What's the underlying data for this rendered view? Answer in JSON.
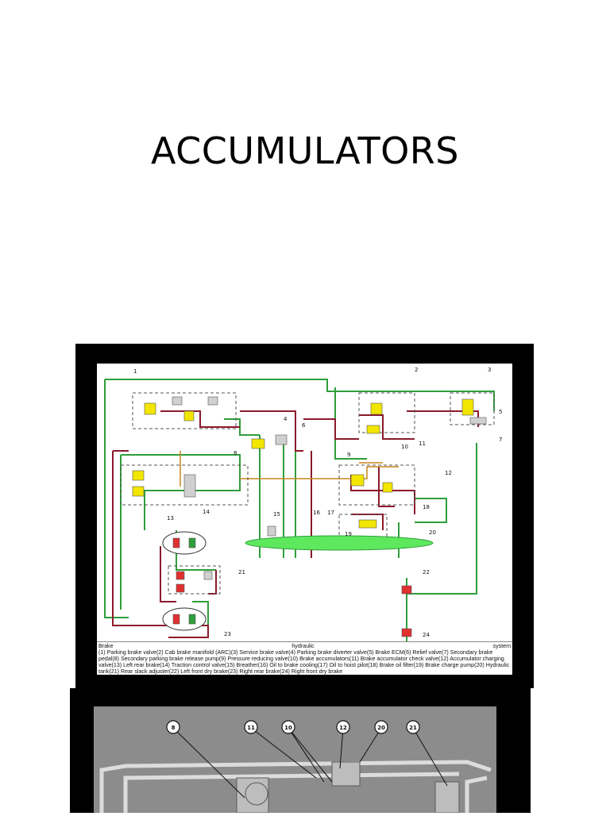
{
  "slide": {
    "title": "ACCUMULATORS"
  },
  "schematic": {
    "callouts": [
      "1",
      "2",
      "3",
      "5",
      "7",
      "4",
      "6",
      "8",
      "9",
      "10",
      "11",
      "12",
      "13",
      "14",
      "15",
      "16",
      "17",
      "18",
      "19",
      "20",
      "21",
      "22",
      "23",
      "24"
    ],
    "caption": {
      "word1": "Brake",
      "word2": "hydraulic",
      "word3": "system",
      "body": "(1) Parking brake valve(2) Cab brake manifold (ARC)(3) Service brake valve(4) Parking brake diverter valve(5) Brake ECM(6) Relief valve(7) Secondary brake pedal(8) Secondary parking brake release pump(9) Pressure reducing valve(10) Brake accumulators(11) Brake accumulator check valve(12) Accumulator charging valve(13) Left rear brake(14) Traction control valve(15) Breather(16) Oil to brake cooling(17) Oil to hoist pilot(18) Brake oil filter(19) Brake charge pump(20) Hydraulic tank(21) Rear slack adjuster(22) Left front dry brake(23) Right rear brake(24) Right front dry brake"
    },
    "colors": {
      "supply": "#2e9e3a",
      "pressure": "#8b1a2b",
      "pilot": "#c8861d",
      "tank": "#5ee85e",
      "component": "#f2e600"
    }
  },
  "photo": {
    "callouts": [
      "8",
      "11",
      "10",
      "12",
      "20",
      "21"
    ]
  }
}
